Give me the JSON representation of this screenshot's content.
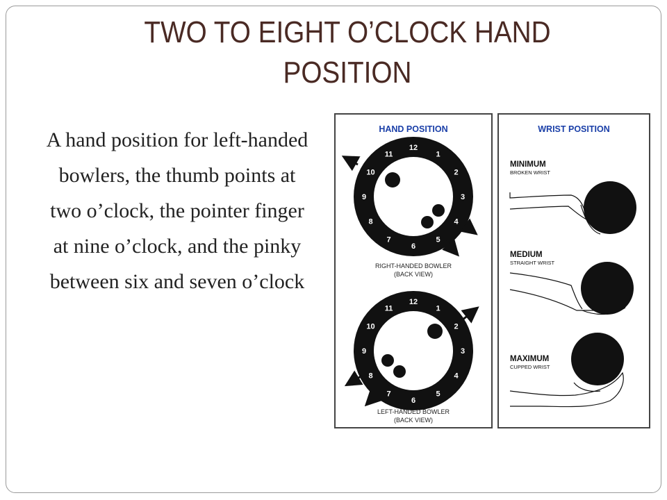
{
  "slide": {
    "title_line1": "TWO TO EIGHT O’CLOCK HAND",
    "title_line2": "POSITION",
    "body": "A hand position for left-handed bowlers, the thumb points at two o’clock, the pointer finger at nine o’clock, and the pinky between six and seven o’clock",
    "colors": {
      "title": "#4a2a24",
      "heading": "#1a3fa8",
      "clock_ring": "#111111"
    }
  },
  "hand_panel": {
    "heading": "HAND POSITION",
    "clock_numbers": [
      "12",
      "1",
      "2",
      "3",
      "4",
      "5",
      "6",
      "7",
      "8",
      "9",
      "10",
      "11"
    ],
    "right_caption_line1": "RIGHT-HANDED BOWLER",
    "right_caption_line2": "(BACK VIEW)",
    "left_caption_line1": "LEFT-HANDED BOWLER",
    "left_caption_line2": "(BACK VIEW)"
  },
  "wrist_panel": {
    "heading": "WRIST POSITION",
    "levels": [
      {
        "level": "MINIMUM",
        "desc": "BROKEN WRIST"
      },
      {
        "level": "MEDIUM",
        "desc": "STRAIGHT WRIST"
      },
      {
        "level": "MAXIMUM",
        "desc": "CUPPED WRIST"
      }
    ]
  }
}
